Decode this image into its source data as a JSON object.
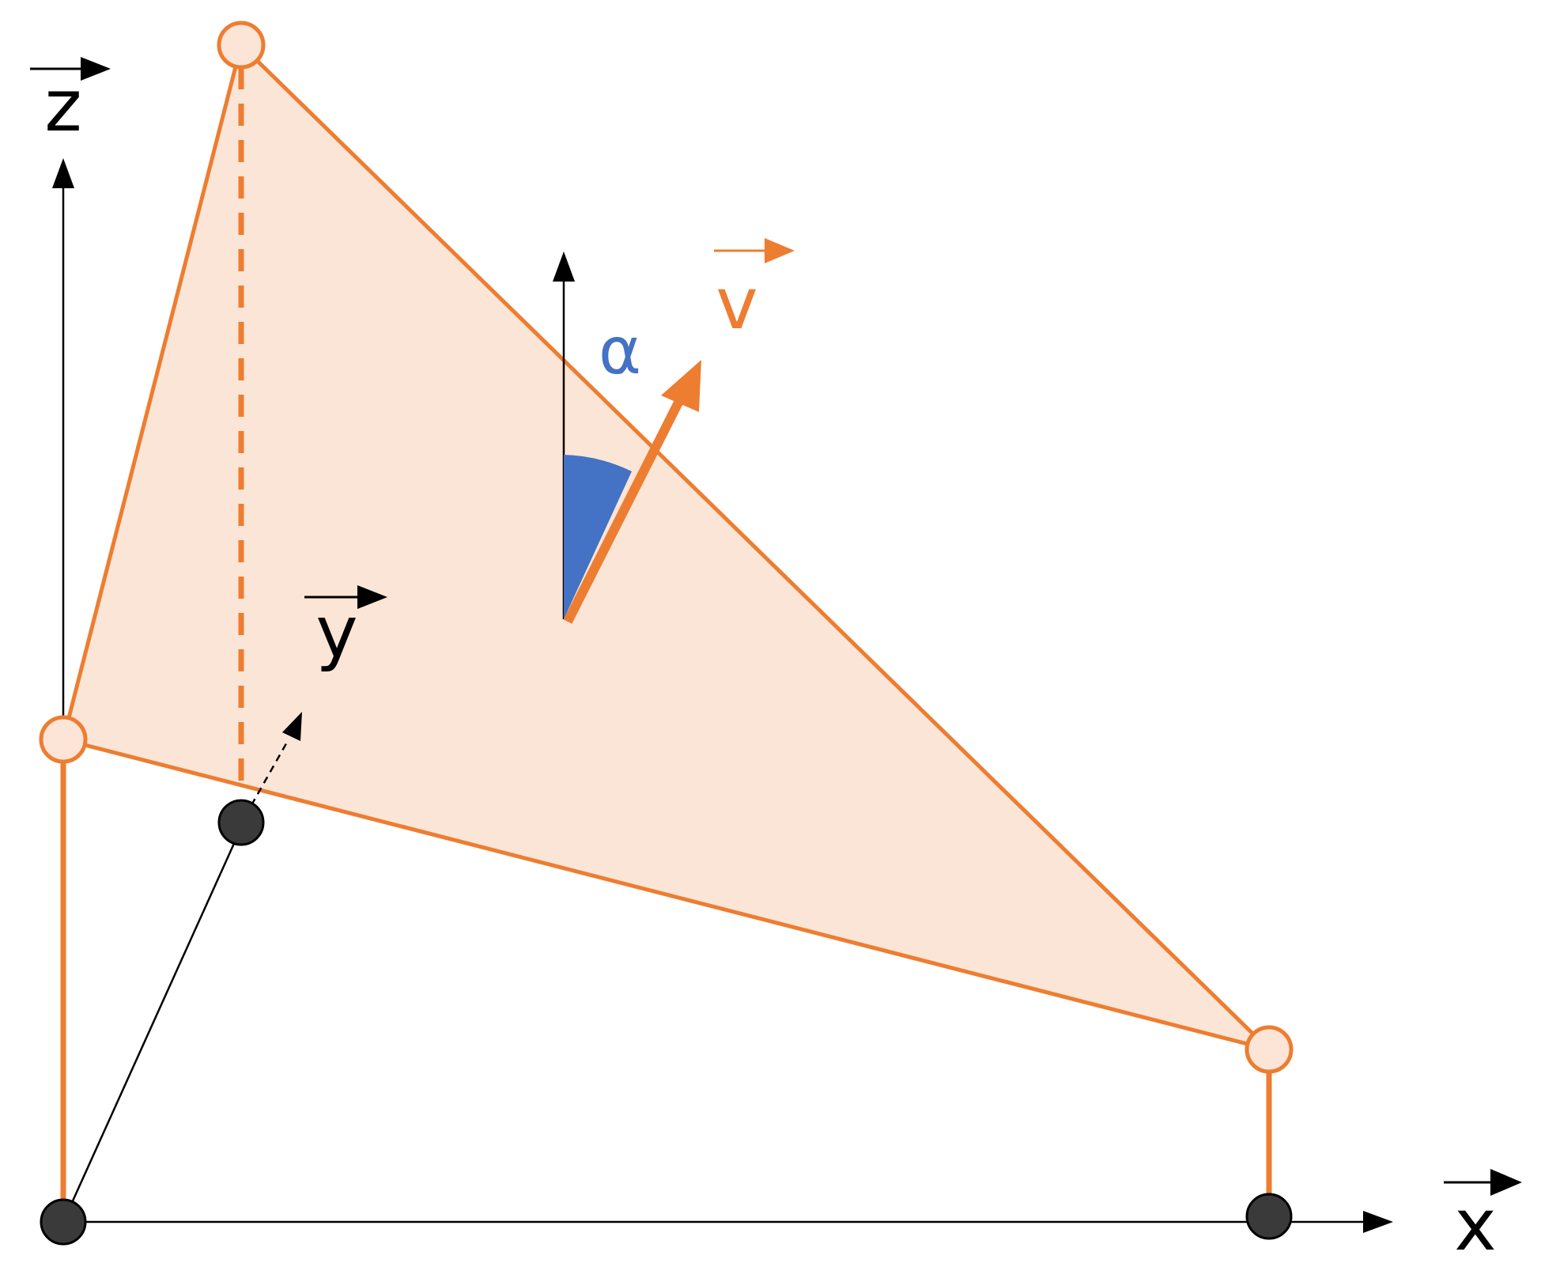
{
  "labels": {
    "x_axis": "x",
    "y_axis": "y",
    "z_axis": "z",
    "velocity": "v",
    "angle": "α"
  },
  "colors": {
    "orange": "#ED7D31",
    "plane_fill": "#FBE5D6",
    "joint_fill": "#FCE4D6",
    "blue": "#4472C4",
    "node_dark": "#3A3A3A",
    "black": "#000000"
  }
}
